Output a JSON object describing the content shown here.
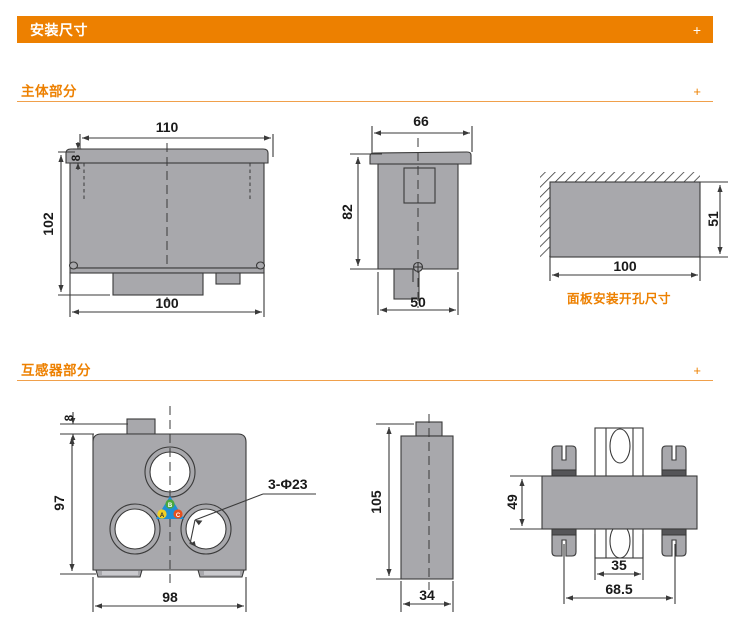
{
  "page": {
    "bg_color": "#ffffff",
    "accent_color": "#ED8000",
    "part_fill": "#A8A8AC",
    "line_color": "#3A3A3A"
  },
  "header": {
    "title": "安装尺寸",
    "expand_label": "+"
  },
  "sections": [
    {
      "id": "body-part",
      "title": "主体部分",
      "expand_label": "+"
    },
    {
      "id": "ct-part",
      "title": "互感器部分",
      "expand_label": "+"
    }
  ],
  "drawings": {
    "body_front": {
      "name": "主体部分 front view",
      "dims": {
        "width_top": "110",
        "bezel_thickness": "8",
        "height": "102",
        "width_bottom": "100"
      }
    },
    "body_side": {
      "name": "主体部分 side view",
      "dims": {
        "width_top": "66",
        "height": "82",
        "width_bottom": "50"
      }
    },
    "panel_cutout": {
      "name": "面板安装开孔尺寸",
      "caption": "面板安装开孔尺寸",
      "dims": {
        "width": "100",
        "height": "51"
      }
    },
    "ct_front": {
      "name": "互感器 front view",
      "dims": {
        "tab_offset": "8",
        "height": "97",
        "width": "98",
        "hole_callout": "3-Φ23"
      },
      "phase_markers": [
        {
          "label": "A",
          "color": "#F2D024"
        },
        {
          "label": "B",
          "color": "#4BA83D"
        },
        {
          "label": "C",
          "color": "#E8501E"
        }
      ],
      "marker_bg": "#1F8FD6"
    },
    "ct_side": {
      "name": "互感器 side view",
      "dims": {
        "height": "105",
        "width": "34"
      }
    },
    "ct_rail": {
      "name": "互感器 DIN rail mounting view",
      "dims": {
        "height": "49",
        "rail_width": "35",
        "overall_width": "68.5"
      }
    }
  }
}
